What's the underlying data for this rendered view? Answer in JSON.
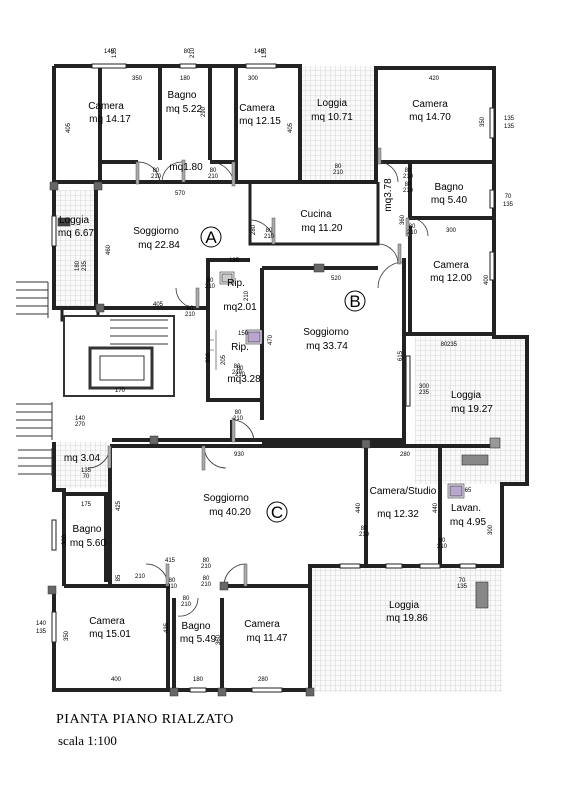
{
  "title": "PIANTA PIANO RIALZATO",
  "scale": "scala 1:100",
  "zones": [
    "A",
    "B",
    "C"
  ],
  "rooms": [
    {
      "name": "Camera",
      "area": "mq 14.17"
    },
    {
      "name": "Bagno",
      "area": "mq 5.22"
    },
    {
      "name": "Camera",
      "area": "mq 12.15"
    },
    {
      "name": "Loggia",
      "area": "mq 10.71"
    },
    {
      "name": "Camera",
      "area": "mq 14.70"
    },
    {
      "name": "",
      "area": "mq1.80"
    },
    {
      "name": "",
      "area": "mq3.78"
    },
    {
      "name": "Bagno",
      "area": "mq 5.40"
    },
    {
      "name": "Loggia",
      "area": "mq 6.67"
    },
    {
      "name": "Soggiorno",
      "area": "mq 22.84"
    },
    {
      "name": "Cucina",
      "area": "mq 11.20"
    },
    {
      "name": "Camera",
      "area": "mq 12.00"
    },
    {
      "name": "Rip.",
      "area": "mq2.01"
    },
    {
      "name": "Soggiorno",
      "area": "mq 33.74"
    },
    {
      "name": "Rip.",
      "area": "mq3.28"
    },
    {
      "name": "Loggia",
      "area": "mq 19.27"
    },
    {
      "name": "",
      "area": "mq 3.04"
    },
    {
      "name": "Soggiorno",
      "area": "mq 40.20"
    },
    {
      "name": "Camera/Studio",
      "area": "mq 12.32"
    },
    {
      "name": "Lavan.",
      "area": "mq 4.95"
    },
    {
      "name": "Bagno",
      "area": "mq 5.60"
    },
    {
      "name": "Camera",
      "area": "mq 15.01"
    },
    {
      "name": "Bagno",
      "area": "mq 5.49"
    },
    {
      "name": "Camera",
      "area": "mq 11.47"
    },
    {
      "name": "Loggia",
      "area": "mq 19.86"
    }
  ],
  "dimensions": [
    "140",
    "135",
    "80",
    "210",
    "140",
    "135",
    "350",
    "180",
    "300",
    "420",
    "405",
    "290",
    "405",
    "350",
    "135",
    "135",
    "80",
    "210",
    "80",
    "210",
    "80",
    "210",
    "80",
    "210",
    "570",
    "70",
    "135",
    "80",
    "210",
    "80",
    "210",
    "460",
    "180",
    "235",
    "280",
    "80",
    "210",
    "360",
    "300",
    "185",
    "210",
    "80",
    "210",
    "520",
    "400",
    "405",
    "80",
    "210",
    "150",
    "470",
    "80",
    "210",
    "80",
    "235",
    "300",
    "205",
    "80",
    "210",
    "615",
    "300",
    "235",
    "170",
    "140",
    "270",
    "80",
    "210",
    "930",
    "280",
    "135",
    "70",
    "65",
    "175",
    "425",
    "300",
    "440",
    "440",
    "80",
    "210",
    "80",
    "210",
    "300",
    "415",
    "85",
    "210",
    "80",
    "210",
    "80",
    "210",
    "80",
    "210",
    "80",
    "210",
    "70",
    "135",
    "140",
    "135",
    "350",
    "435",
    "360",
    "400",
    "180",
    "280"
  ]
}
